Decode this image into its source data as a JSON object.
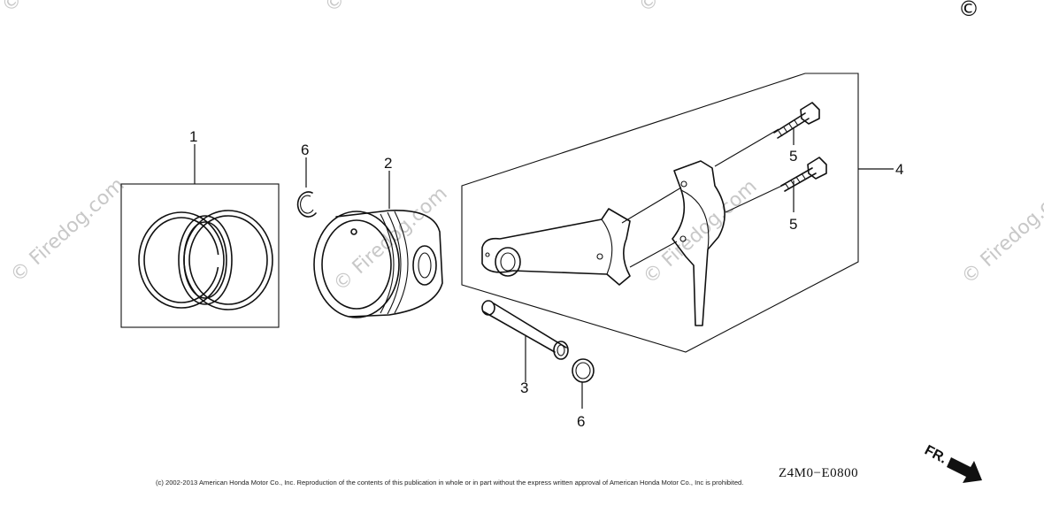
{
  "callouts": {
    "c1": "1",
    "c2": "2",
    "c3": "3",
    "c4": "4",
    "c5a": "5",
    "c5b": "5",
    "c6a": "6",
    "c6b": "6"
  },
  "watermark": "© Firedog.com",
  "corner_mark": "©",
  "diagram_code": "Z4M0−E0800",
  "copyright": "(c) 2002-2013 American Honda Motor Co., Inc. Reproduction of the contents of this publication in whole or in part without the express written approval of American Honda Motor Co., Inc is prohibited.",
  "direction_label": "FR.",
  "icons": [
    "front-direction-arrow-icon"
  ]
}
